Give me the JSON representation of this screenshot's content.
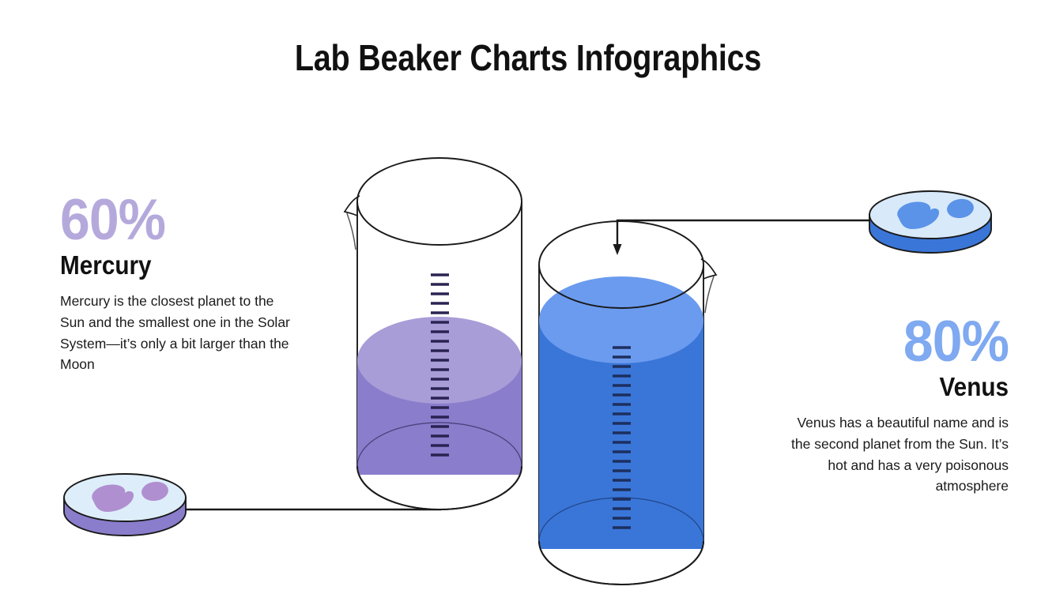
{
  "title": "Lab Beaker Charts Infographics",
  "colors": {
    "mercury_accent": "#b5a9dc",
    "mercury_liquid_body": "#8a7dcc",
    "mercury_liquid_top": "#a99dd8",
    "mercury_dish_base": "#8a7dcc",
    "mercury_dish_lid": "#ddeefa",
    "mercury_dish_blob": "#b08fd0",
    "venus_accent": "#7fa9f0",
    "venus_liquid_body": "#3a76d8",
    "venus_liquid_top": "#6b9bef",
    "venus_dish_base": "#3a76d8",
    "venus_dish_lid": "#d8e9fa",
    "venus_dish_blob": "#5a93e8",
    "outline": "#1a1a1a",
    "graduation": "#2a2352",
    "background": "#ffffff"
  },
  "items": [
    {
      "key": "mercury",
      "percent": "60%",
      "name": "Mercury",
      "description": "Mercury is the closest planet to the Sun and the smallest one in the Solar System—it’s only a bit larger than the Moon",
      "fill_ratio": 0.6,
      "connector": "petri-dish-left to beaker-left, arrow up"
    },
    {
      "key": "venus",
      "percent": "80%",
      "name": "Venus",
      "description": "Venus has a beautiful name and is the second planet from the Sun. It’s hot and has a very poisonous atmosphere",
      "fill_ratio": 0.8,
      "connector": "petri-dish-right to beaker-right, arrow down"
    }
  ],
  "chart_data": {
    "type": "bar",
    "title": "Lab Beaker Charts Infographics",
    "categories": [
      "Mercury",
      "Venus"
    ],
    "values": [
      60,
      80
    ],
    "value_labels": [
      "60%",
      "80%"
    ],
    "xlabel": "",
    "ylabel": "",
    "ylim": [
      0,
      100
    ],
    "grid": false,
    "legend": "none",
    "annotations": [
      "Mercury is the closest planet to the Sun and the smallest one in the Solar System—it’s only a bit larger than the Moon",
      "Venus has a beautiful name and is the second planet from the Sun. It’s hot and has a very poisonous atmosphere"
    ],
    "series_colors": [
      "#8a7dcc",
      "#3a76d8"
    ]
  },
  "graphics": {
    "beaker_mercury_label": "beaker filled to 60 percent with purple liquid",
    "beaker_venus_label": "beaker filled to 80 percent with blue liquid",
    "petri_mercury_label": "purple petri dish",
    "petri_venus_label": "blue petri dish"
  }
}
